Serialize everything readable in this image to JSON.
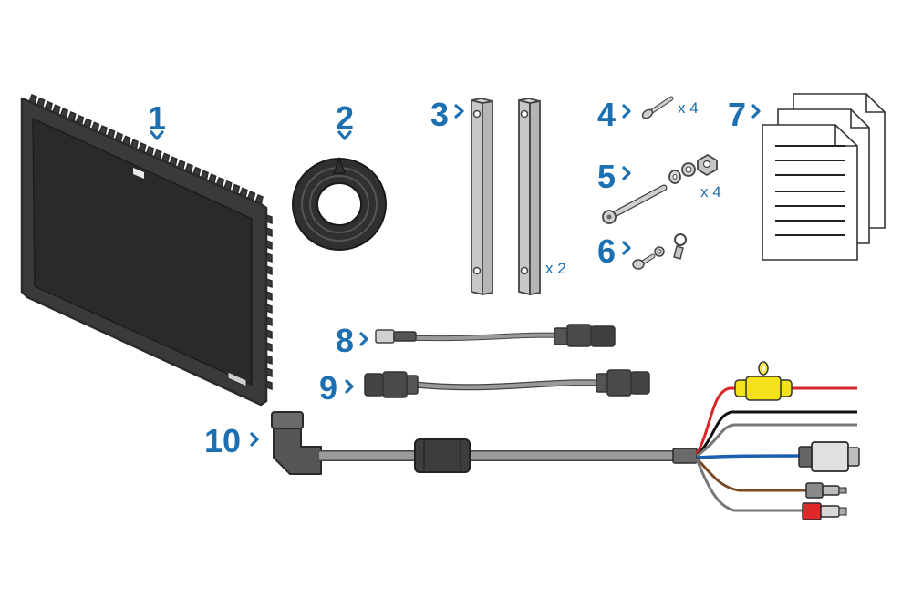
{
  "colors": {
    "callout": "#1c6fb0",
    "qty_text": "#1c6fb0",
    "display_body": "#3a3a3c",
    "display_screen": "#2b2b2d",
    "outline": "#2a2a2a",
    "bracket_fill": "#c8c8c8",
    "cable_grey": "#8d8d8d",
    "connector_dark": "#555555",
    "wire_red": "#d9262a",
    "wire_black": "#111111",
    "wire_blue": "#1c5fb0",
    "wire_brown": "#7a4a22",
    "fuse_yellow": "#f3e21a",
    "rca_red": "#e0282a"
  },
  "parts": [
    {
      "number": "1",
      "name": "display",
      "quantity": ""
    },
    {
      "number": "2",
      "name": "gasket",
      "quantity": ""
    },
    {
      "number": "3",
      "name": "mounting-brackets",
      "quantity": "x 2"
    },
    {
      "number": "4",
      "name": "screws",
      "quantity": "x 4"
    },
    {
      "number": "5",
      "name": "bolt-washer-nut",
      "quantity": "x 4"
    },
    {
      "number": "6",
      "name": "ground-screw-terminal",
      "quantity": ""
    },
    {
      "number": "7",
      "name": "documents",
      "quantity": ""
    },
    {
      "number": "8",
      "name": "adapter-cable",
      "quantity": ""
    },
    {
      "number": "9",
      "name": "network-cable",
      "quantity": ""
    },
    {
      "number": "10",
      "name": "power-video-cable",
      "quantity": ""
    }
  ]
}
